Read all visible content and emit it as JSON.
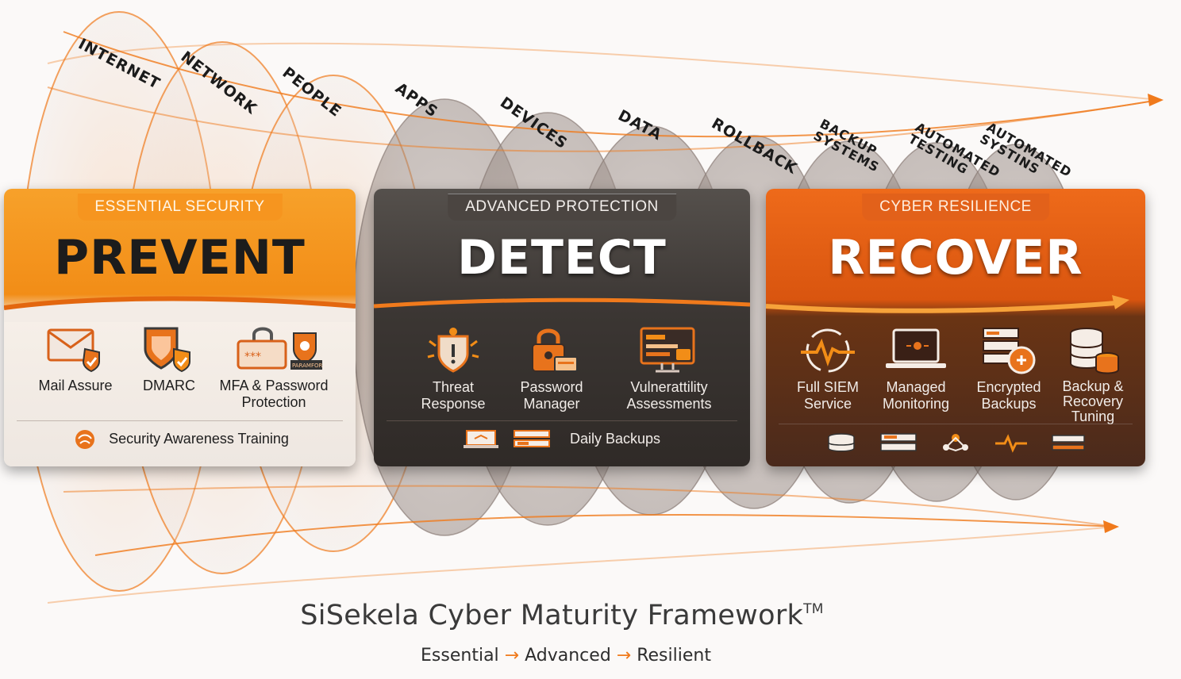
{
  "rings": [
    "INTERNET",
    "NETWORK",
    "PEOPLE",
    "APPS",
    "DEVICES",
    "DATA",
    "ROLLBACK",
    "BACKUP SYSTEMS",
    "AUTOMATED TESTING",
    "AUTOMATED SYSTINS"
  ],
  "cards": {
    "prevent": {
      "tag": "ESSENTIAL SECURITY",
      "title": "PREVENT",
      "services": [
        "Mail Assure",
        "DMARC",
        "MFA & Password Protection"
      ],
      "footer": "Security Awareness Training",
      "badge_text": "PARAMFOR"
    },
    "detect": {
      "tag": "ADVANCED PROTECTION",
      "title": "DETECT",
      "services": [
        "Threat Response",
        "Password Manager",
        "Vulnerattility Assessments"
      ],
      "footer": "Daily Backups"
    },
    "recover": {
      "tag": "CYBER RESILIENCE",
      "title": "RECOVER",
      "services": [
        "Full SIEM Service",
        "Managed Monitoring",
        "Encrypted Backups",
        "Backup & Recovery Tuning"
      ]
    }
  },
  "footer": {
    "title": "SiSekela Cyber Maturity Framework",
    "trademark": "TM",
    "steps": [
      "Essential",
      "Advanced",
      "Resilient"
    ],
    "arrow": "→"
  },
  "colors": {
    "accent": "#f07a1c",
    "prevent": "#f6951f",
    "detect": "#3b3633",
    "recover": "#e2611a"
  }
}
